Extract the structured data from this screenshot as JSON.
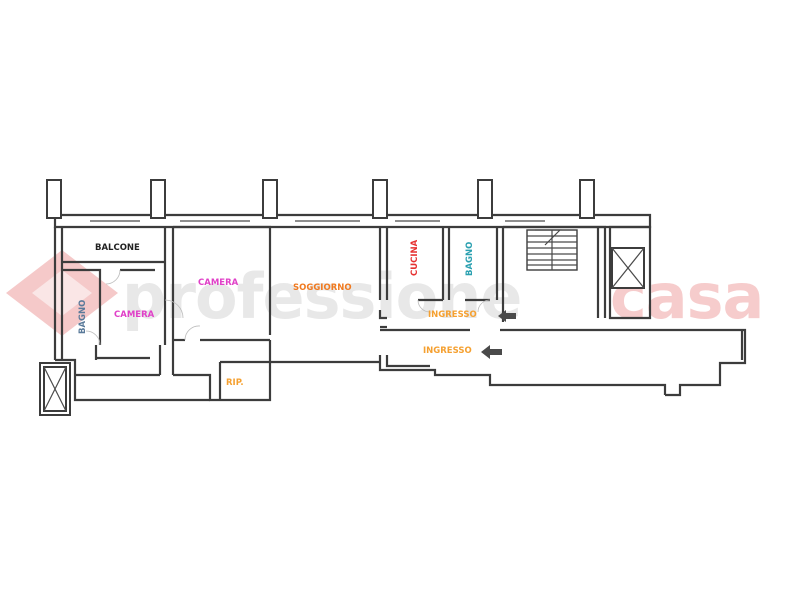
{
  "watermark": {
    "brand_left": "professione",
    "brand_right": "casa",
    "color_left": "#e6e6e6",
    "color_right": "#f6c7c7",
    "diamond_color": "#f4c4c4"
  },
  "rooms": {
    "balcone": "BALCONE",
    "camera_1": "CAMERA",
    "camera_2": "CAMERA",
    "bagno_1": "BAGNO",
    "soggiorno": "SOGGIORNO",
    "cucina": "CUCINA",
    "bagno_2": "BAGNO",
    "ingresso_1": "INGRESSO",
    "ingresso_2": "INGRESSO",
    "ripostiglio": "RIP."
  },
  "colors": {
    "balcone": "#222222",
    "camera": "#e040c8",
    "bagno_1": "#5a7a9a",
    "soggiorno": "#f07a20",
    "cucina": "#e63030",
    "bagno_2": "#2aa0b0",
    "ingresso": "#f5a030",
    "ripostiglio": "#f5a030",
    "arrow": "#4a4a4a"
  },
  "icons": {
    "entry_arrow_1": "left-arrow-icon",
    "entry_arrow_2": "left-arrow-icon",
    "stairs": "staircase-icon",
    "lift_1": "elevator-shaft-icon",
    "lift_2": "elevator-shaft-icon"
  }
}
